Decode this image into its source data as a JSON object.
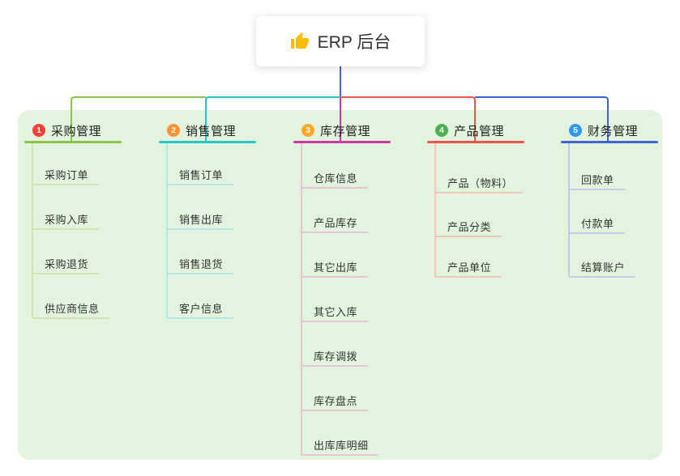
{
  "root_node": {
    "label": "ERP 后台",
    "icon": "thumbs-up-icon",
    "icon_color": "#fbbc05",
    "connector_color": "#4a63d8"
  },
  "panel": {
    "background_color": "#e2f4de"
  },
  "branches": [
    {
      "priority": "1",
      "label": "采购管理",
      "color": "#8bc34a",
      "badge_color": "#f44336",
      "child_line_color": "#c5e1a5",
      "children": [
        "采购订单",
        "采购入库",
        "采购退货",
        "供应商信息"
      ]
    },
    {
      "priority": "2",
      "label": "销售管理",
      "color": "#29c4c9",
      "badge_color": "#ff9234",
      "child_line_color": "#a3e4e6",
      "children": [
        "销售订单",
        "销售出库",
        "销售退货",
        "客户信息"
      ]
    },
    {
      "priority": "3",
      "label": "库存管理",
      "color": "#cb39a4",
      "badge_color": "#ffa726",
      "child_line_color": "#eab3d6",
      "children": [
        "仓库信息",
        "产品库存",
        "其它出库",
        "其它入库",
        "库存调拨",
        "库存盘点",
        "出库库明细"
      ]
    },
    {
      "priority": "4",
      "label": "产品管理",
      "color": "#ef5350",
      "badge_color": "#4caf50",
      "child_line_color": "#f5b8b6",
      "children": [
        "产品（物料）",
        "产品分类",
        "产品单位"
      ]
    },
    {
      "priority": "5",
      "label": "财务管理",
      "color": "#3f63d2",
      "badge_color": "#2f97f3",
      "child_line_color": "#b3c2ee",
      "children": [
        "回款单",
        "付款单",
        "结算账户"
      ]
    }
  ]
}
